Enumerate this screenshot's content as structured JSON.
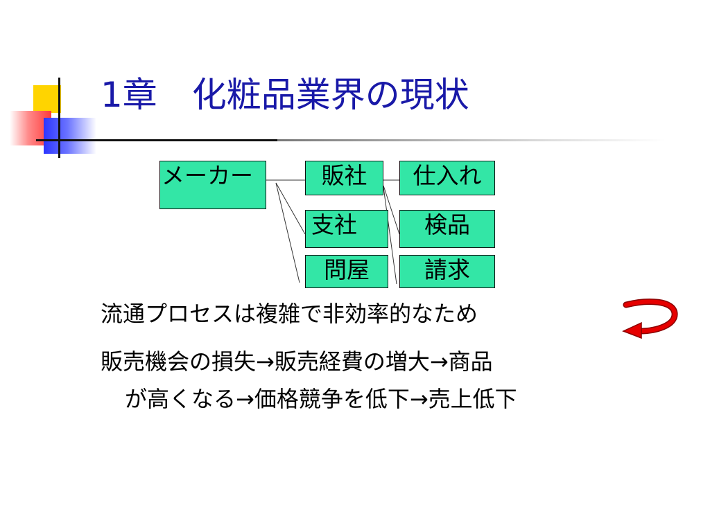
{
  "slide": {
    "title": "1章　化粧品業界の現状"
  },
  "diagram": {
    "maker": "メーカー",
    "hansha": "販社",
    "shiire": "仕入れ",
    "shisha": "支社",
    "kenpin": "検品",
    "tonya": "問屋",
    "seikyu": "請求"
  },
  "body": {
    "line1": "流通プロセスは複雑で非効率的なため",
    "line2": "販売機会の損失→販売経費の増大→商品",
    "line3": "が高くなる→価格競争を低下→売上低下"
  },
  "colors": {
    "title": "#1919a8",
    "box_fill": "#33e6a6",
    "arrow": "#e60000"
  },
  "icons": {
    "curved_arrow": "curved-arrow-icon"
  }
}
